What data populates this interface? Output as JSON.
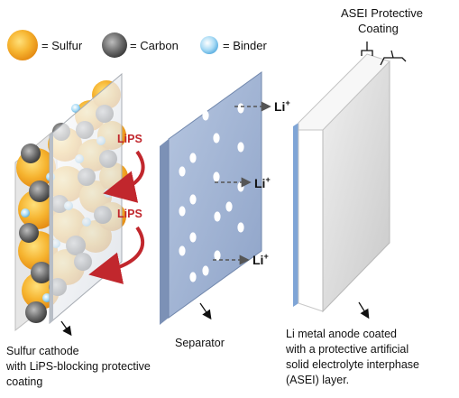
{
  "legend": {
    "sulfur_label": "= Sulfur",
    "carbon_label": "= Carbon",
    "binder_label": "= Binder",
    "sulfur_color": "#f4a72a",
    "carbon_color": "#6e6e6e",
    "binder_color": "#9fd4f0"
  },
  "labels": {
    "asei_line1": "ASEI Protective",
    "asei_line2": "Coating",
    "li_ion": "Li",
    "li_charge": "+",
    "lips": "LiPS"
  },
  "captions": {
    "cathode": [
      "Sulfur cathode",
      "with LiPS-blocking protective",
      "coating"
    ],
    "separator": [
      "Separator"
    ],
    "anode": [
      "Li metal anode coated",
      "with a protective artificial",
      "solid electrolyte interphase",
      "(ASEI) layer."
    ]
  },
  "colors": {
    "separator_face": "#a3b6d6",
    "separator_edge": "#7c91b6",
    "asei_layer": "#9dbde3",
    "anode_face": "#e2e2e2",
    "lips_arrow": "#c1272d"
  }
}
